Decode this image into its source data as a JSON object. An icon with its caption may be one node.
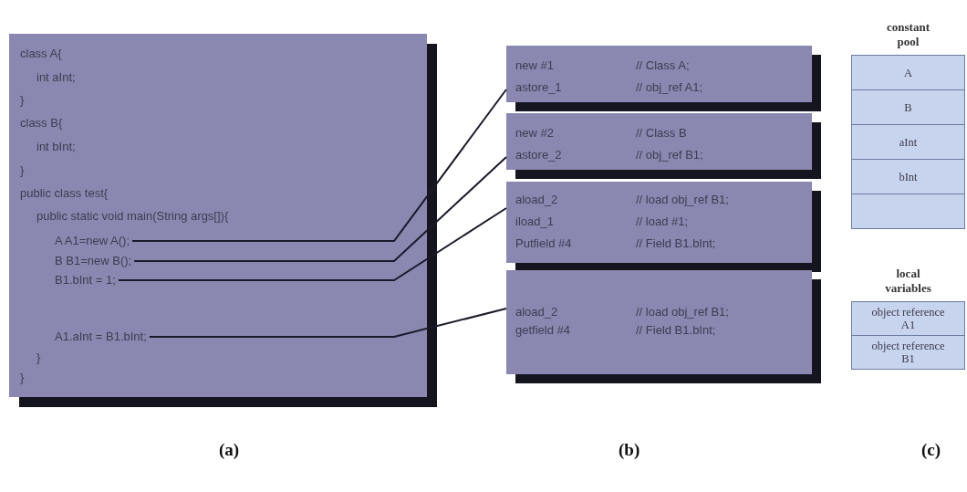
{
  "diagram": {
    "nodes": [
      {
        "text": [
          "class A{",
          "int aInt;",
          "}",
          "class B{",
          "int bInt;",
          "}",
          "public class test{",
          "public static void main(String args[]){",
          "}",
          "}"
        ]
      },
      {
        "text": [
          "A A1=new A();"
        ],
        "in": 0
      },
      {
        "text": [
          "B B1=new B();"
        ],
        "in": 0
      },
      {
        "text": [
          "B1.bInt = 1;"
        ],
        "in": 0
      },
      {
        "text": [
          "A1.aInt = B1.bInt;"
        ],
        "in": 0
      },
      {
        "text": [
          "new #1",
          "// Class A;",
          "astore_1",
          "// obj_ref A1;"
        ]
      },
      {
        "text": [
          "new #2",
          "// Class B",
          "astore_2",
          "// obj_ref B1;"
        ]
      },
      {
        "text": [
          "aload_2",
          "// load obj_ref B1;",
          "iload_1",
          "// load #1;",
          "Putfield #4",
          "// Field B1.bInt;"
        ]
      },
      {
        "text": [
          "aload_2",
          "// load obj_ref B1;",
          "getfield #4",
          "// Field B1.bInt;"
        ]
      },
      {
        "text": [
          "constant pool"
        ]
      },
      {
        "text": [
          "A"
        ],
        "in": 9
      },
      {
        "text": [
          "B"
        ],
        "in": 9
      },
      {
        "text": [
          "aInt"
        ],
        "in": 9
      },
      {
        "text": [
          "bInt"
        ],
        "in": 9
      },
      {
        "text": [],
        "shape": "box",
        "in": 9
      },
      {
        "text": [
          "local variables"
        ]
      },
      {
        "text": [
          "object reference A1"
        ],
        "in": 15
      },
      {
        "text": [
          "object reference B1"
        ],
        "in": 15
      }
    ],
    "edges": [
      {
        "from": 1,
        "to": 5,
        "arrow": "none"
      },
      {
        "from": 2,
        "to": 6,
        "arrow": "none"
      },
      {
        "from": 3,
        "to": 7,
        "arrow": "none"
      },
      {
        "from": 4,
        "to": 8,
        "arrow": "none"
      }
    ],
    "labels": [
      "(a)",
      "(b)",
      "(c)"
    ]
  }
}
